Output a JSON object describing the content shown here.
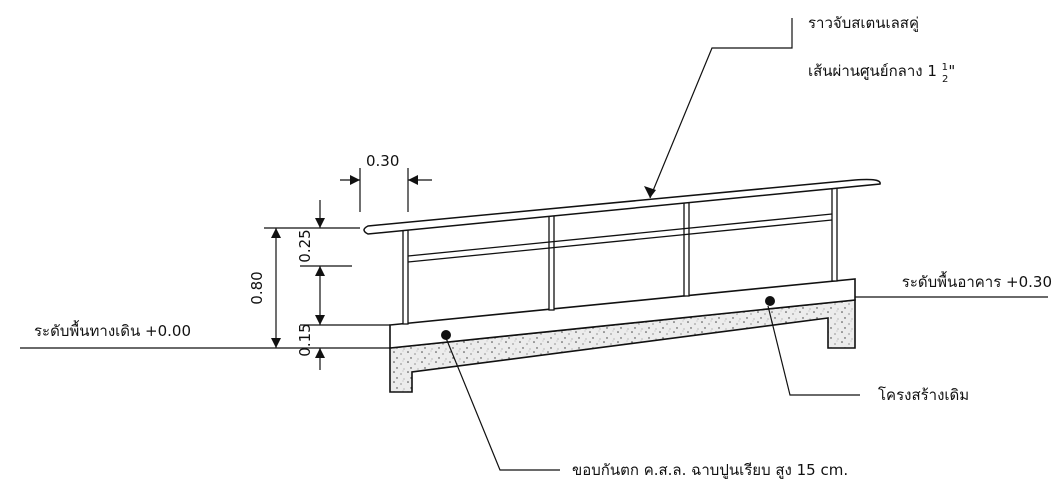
{
  "labels": {
    "handrail_line1": "ราวจับสเตนเลสคู่",
    "handrail_line2_prefix": "เส้นผ่านศูนย์กลาง 1 ",
    "handrail_frac_num": "1",
    "handrail_frac_den": "2",
    "handrail_inch": "\"",
    "walkway_level": "ระดับพื้นทางเดิน +0.00",
    "building_level": "ระดับพื้นอาคาร +0.30",
    "existing_structure": "โครงสร้างเดิม",
    "curb_note": "ขอบกันตก ค.ส.ล. ฉาบปูนเรียบ สูง 15 cm."
  },
  "dimensions": {
    "post_offset": "0.30",
    "total_height": "0.80",
    "rail_spacing": "0.25",
    "curb_height": "0.15"
  }
}
